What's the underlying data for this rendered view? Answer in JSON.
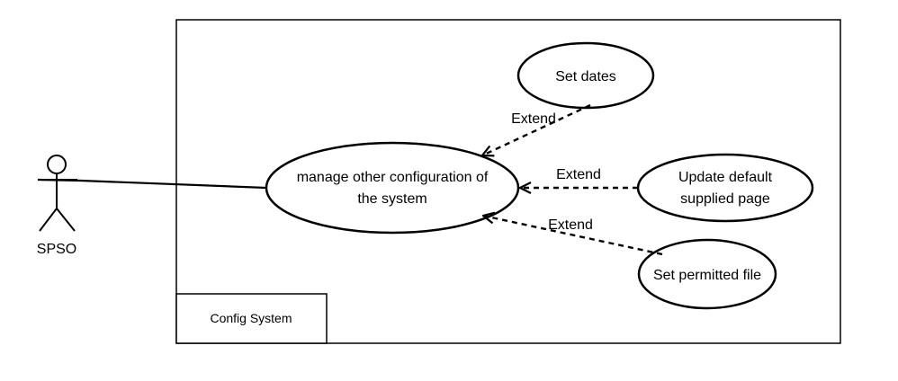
{
  "actor": {
    "name": "SPSO"
  },
  "system": {
    "label": "Config System"
  },
  "use_cases": {
    "main": {
      "line1": "manage other configuration of",
      "line2": "the system"
    },
    "set_dates": "Set dates",
    "update_page": {
      "line1": "Update default",
      "line2": "supplied page"
    },
    "permitted_file": "Set permitted file"
  },
  "relations": {
    "extend_1": "Extend",
    "extend_2": "Extend",
    "extend_3": "Extend"
  }
}
